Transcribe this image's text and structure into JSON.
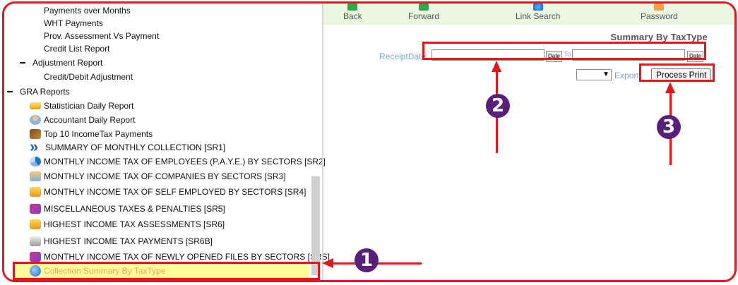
{
  "sidebar": {
    "items": [
      {
        "label": "Payments over Months"
      },
      {
        "label": "WHT Payments"
      },
      {
        "label": "Prov. Assessment Vs Payment"
      },
      {
        "label": "Credit List Report"
      },
      {
        "label": "Adjustment Report"
      },
      {
        "label": "Credit/Debit Adjustment"
      },
      {
        "label": "GRA Reports"
      },
      {
        "label": "Statistician Daily Report",
        "icon": "statistician-icon"
      },
      {
        "label": "Accountant Daily Report",
        "icon": "accountant-icon"
      },
      {
        "label": "Top 10 IncomeTax Payments",
        "icon": "top-payments-icon"
      },
      {
        "label": "SUMMARY OF MONTHLY COLLECTION [SR1]",
        "icon": "chevron-right-icon"
      },
      {
        "label": "MONTHLY INCOME TAX OF EMPLOYEES (P.A.Y.E.) BY SECTORS [SR2]",
        "icon": "pie-chart-icon"
      },
      {
        "label": "MONTHLY INCOME TAX OF COMPANIES BY SECTORS [SR3]",
        "icon": "people-icon"
      },
      {
        "label": "MONTHLY INCOME TAX OF SELF EMPLOYED BY SECTORS [SR4]",
        "icon": "box-icon"
      },
      {
        "label": "MISCELLANEOUS TAXES & PENALTIES [SR5]",
        "icon": "misc-icon"
      },
      {
        "label": "HIGHEST INCOME TAX ASSESSMENTS [SR6]",
        "icon": "box-icon"
      },
      {
        "label": "HIGHEST INCOME TAX PAYMENTS [SR6B]",
        "icon": "printer-icon"
      },
      {
        "label": "MONTHLY INCOME TAX OF NEWLY OPENED FILES BY SECTORS [SRS]",
        "icon": "misc-icon"
      },
      {
        "label": "Collection Summary By TaxType",
        "icon": "globe-icon"
      }
    ]
  },
  "toolbar": {
    "back": "Back",
    "forward": "Forward",
    "link_search": "Link Search",
    "password": "Password"
  },
  "main": {
    "title": "Summary By TaxType",
    "receipt_date_label": "ReceiptDate",
    "to_label": "To",
    "date_button": "Date",
    "export_label": "Export",
    "process_print": "Process Print"
  },
  "annotations": {
    "n1": "1",
    "n2": "2",
    "n3": "3"
  },
  "colors": {
    "annotation": "#e8141b",
    "badge": "#5a1f7a",
    "highlight": "#ffff99",
    "toolbar_bg": "#eaf8e2"
  }
}
